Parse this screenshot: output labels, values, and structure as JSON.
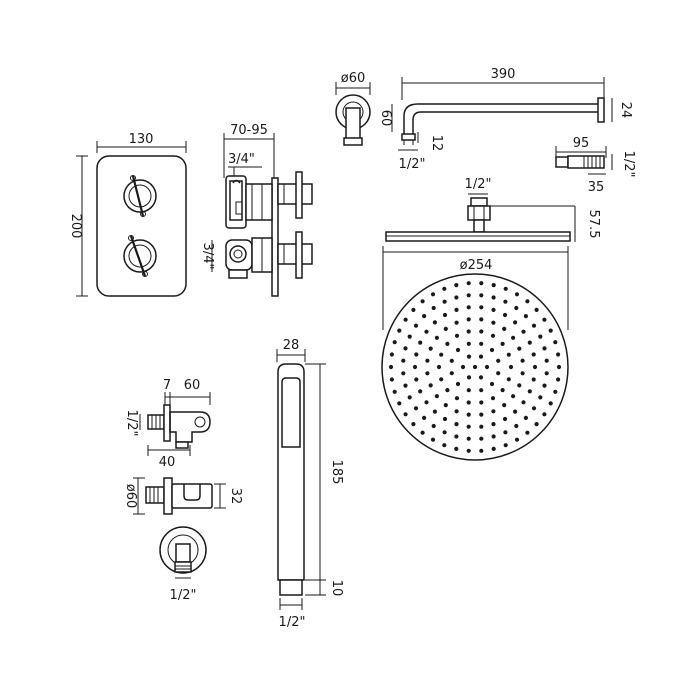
{
  "dimensions": {
    "valve_width": "130",
    "valve_height": "200",
    "valve_depth": "70-95",
    "valve_inlet_top": "3/4\"",
    "valve_inlet_side": "3/4\"",
    "wall_flange_dia": "ø60",
    "arm_length": "390",
    "arm_drop": "60",
    "arm_end_height": "24",
    "arm_thread": "12",
    "arm_connection": "1/2\"",
    "extension_length": "95",
    "extension_thread": "1/2\"",
    "extension_dia": "35",
    "head_connection": "1/2\"",
    "head_height": "57.5",
    "head_dia": "ø254",
    "handset_width": "28",
    "handset_length": "185",
    "handset_tip": "10",
    "handset_connection": "1/2\"",
    "bracket_depth_a": "7",
    "bracket_depth_b": "60",
    "bracket_thread": "1/2\"",
    "bracket_body": "40",
    "bracket_flange": "ø60",
    "bracket_height": "32",
    "outlet_connection": "1/2\""
  }
}
